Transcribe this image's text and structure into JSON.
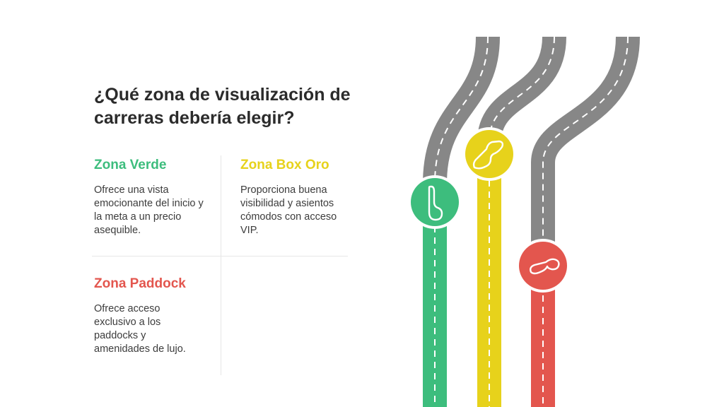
{
  "title": "¿Qué zona de visualización de carreras debería elegir?",
  "zones": [
    {
      "heading": "Zona Verde",
      "description": "Ofrece una vista emocionante del inicio y la meta a un precio asequible.",
      "color": "#3dbd7d",
      "icon": "race-track-icon"
    },
    {
      "heading": "Zona Box Oro",
      "description": "Proporciona buena visibilidad y asientos cómodos con acceso VIP.",
      "color": "#e7d21b",
      "icon": "race-circuit-icon"
    },
    {
      "heading": "Zona Paddock",
      "description": "Ofrece acceso exclusivo a los paddocks y amenidades de lujo.",
      "color": "#e3564e",
      "icon": "circuit-loop-icon"
    }
  ],
  "colors": {
    "road_gray": "#878787",
    "green": "#3dbd7d",
    "yellow": "#e7d21b",
    "red": "#e3564e",
    "text": "#2b2b2b"
  }
}
